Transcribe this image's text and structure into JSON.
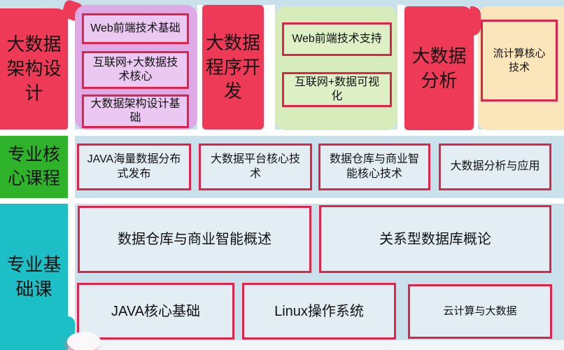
{
  "top_row": {
    "architecture": {
      "title": "大数据\n架构设\n计",
      "courses": [
        "Web前端技术基础",
        "互联网+大数据技\n术核心",
        "大数据架构设计基\n础"
      ]
    },
    "programming": {
      "title": "大数据\n程序开\n发",
      "courses": [
        "Web前端技术支持",
        "互联网+数据可视\n化"
      ]
    },
    "analysis": {
      "title": "大数据\n分析",
      "courses": [
        "流计算核心\n技术"
      ]
    }
  },
  "core_row": {
    "title": "专业核\n心课程",
    "courses": [
      "JAVA海量数据分布\n式发布",
      "大数据平台核心技\n术",
      "数据仓库与商业智\n能核心技术",
      "大数据分析与应用"
    ]
  },
  "foundation_row": {
    "title": "专业基\n础课",
    "overview_courses": [
      "数据仓库与商业智能概述",
      "关系型数据库概论"
    ],
    "base_courses": [
      "JAVA核心基础",
      "Linux操作系统",
      "云计算与大数据"
    ]
  },
  "colors": {
    "pillar_red": "#ee3a56",
    "course_border_red": "#e0234a",
    "architecture_panel": "#dfa9e6",
    "architecture_box": "#eac8f1",
    "programming_panel": "#d6ecba",
    "programming_box": "#def0c6",
    "analysis_panel": "#fbe5bb",
    "core_green": "#2fb32b",
    "foundation_teal": "#1cbfc5",
    "course_box_fill": "#e3eef4",
    "background": "#c9e1ea"
  }
}
